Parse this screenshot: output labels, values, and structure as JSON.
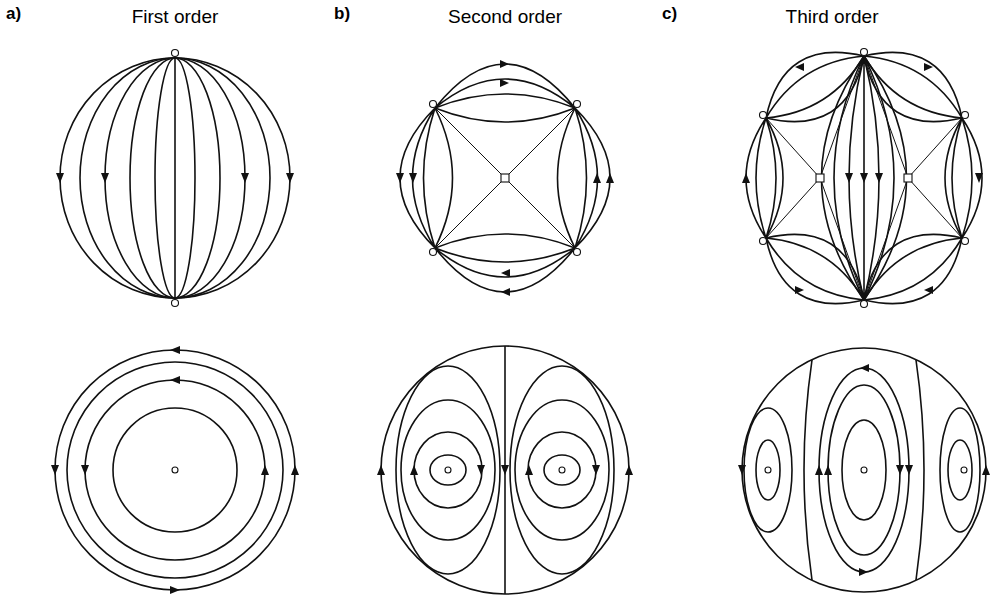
{
  "diagram": {
    "labels": [
      "a)",
      "First order",
      "b)",
      "Second order",
      "c)",
      "Third order"
    ]
  }
}
